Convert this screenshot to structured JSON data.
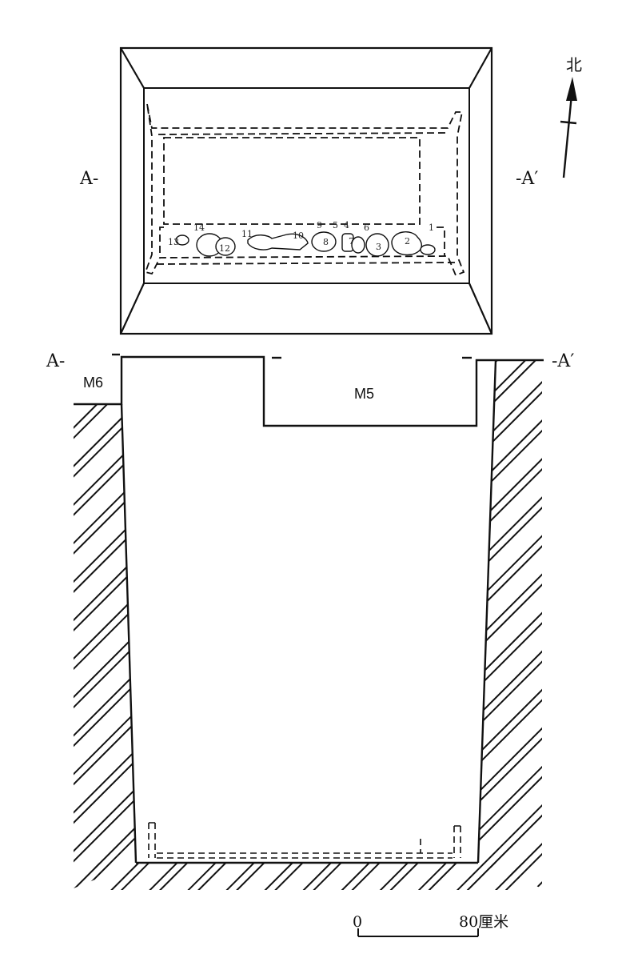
{
  "compass": {
    "label": "北",
    "icon": "north-arrow-icon"
  },
  "plan": {
    "section_start": "A-",
    "section_end": "-A′",
    "artifact_numbers": [
      "1",
      "2",
      "3",
      "4",
      "5",
      "6",
      "7",
      "8",
      "9",
      "10",
      "11",
      "12",
      "13",
      "14"
    ]
  },
  "section": {
    "section_start": "A-",
    "section_end": "-A′",
    "tomb_left": "M6",
    "tomb_inset": "M5"
  },
  "scale_bar": {
    "start": "0",
    "end": "80厘米"
  },
  "colors": {
    "ink": "#111111",
    "paper": "#ffffff"
  }
}
